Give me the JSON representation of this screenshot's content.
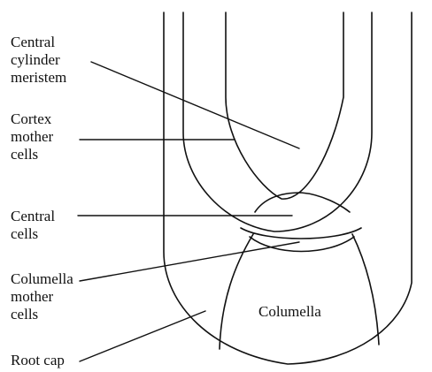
{
  "labels": {
    "central_cylinder_meristem": [
      "Central",
      "cylinder",
      "meristem"
    ],
    "cortex_mother_cells": [
      "Cortex",
      "mother",
      "cells"
    ],
    "central_cells": [
      "Central",
      "cells"
    ],
    "columella_mother_cells": [
      "Columella",
      "mother",
      "cells"
    ],
    "root_cap": "Root cap",
    "columella": "Columella"
  },
  "colors": {
    "line": "#111111",
    "background": "#ffffff"
  }
}
